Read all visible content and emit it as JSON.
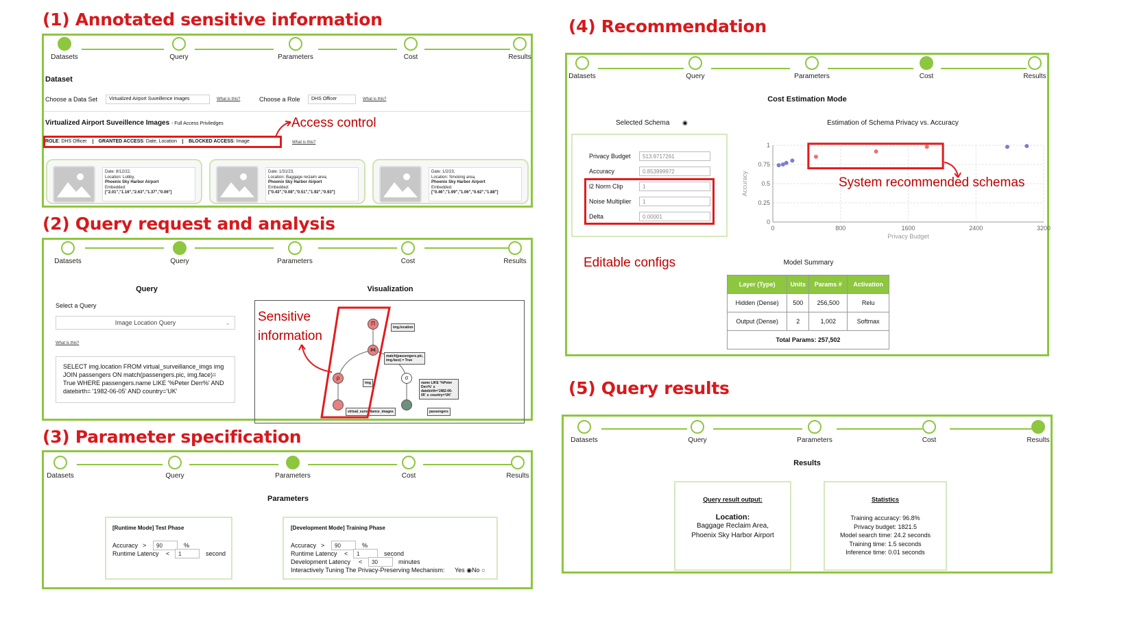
{
  "steps": [
    "Datasets",
    "Query",
    "Parameters",
    "Cost",
    "Results"
  ],
  "colors": {
    "accent": "#8dc63f",
    "annotation": "#e31a1c",
    "title": "#d7191c"
  },
  "s1": {
    "title": "(1) Annotated sensitive information",
    "dataset_heading": "Dataset",
    "choose_dataset_label": "Choose a Data Set",
    "dataset_value": "Virtualized Airport Suveillence Images",
    "what_is_this": "What is this?",
    "choose_role_label": "Choose a Role",
    "role_value": "DHS Officer",
    "subheading": "Virtualized Airport Suveillence Images",
    "subheading_note": "- Full Access Priviledges",
    "role_label": "ROLE",
    "role_text": ": DHS Officer",
    "granted_label": "GRANTED ACCESS",
    "granted_text": ": Date, Location",
    "blocked_label": "BLOCKED ACCESS",
    "blocked_text": ": Image",
    "annotation": "Access control",
    "cards": [
      {
        "date": "Date: 8/12/22,",
        "location": "Location: Lobby,",
        "airport": "Phoenix Sky Harbor Airport",
        "embedded_label": "Embedded:",
        "embedded": "[\"2.01\",\"1.16\",\"2.63\",\"1.37\",\"0.06\"]"
      },
      {
        "date": "Date: 1/31/23,",
        "location": "Location: Baggage reclaim area,",
        "airport": "Phoenix Sky Harbor Airport",
        "embedded_label": "Embedded:",
        "embedded": "[\"0.43\",\"0.08\",\"0.51\",\"1.92\",\"0.93\"]"
      },
      {
        "date": "Date: 1/2/23,",
        "location": "Location: Smoking area,",
        "airport": "Phoenix Sky Harbor Airport",
        "embedded_label": "Embedded:",
        "embedded": "[\"0.46\",\"1.99\",\"1.06\",\"0.62\",\"1.88\"]"
      }
    ]
  },
  "s2": {
    "title": "(2) Query request and analysis",
    "query_heading": "Query",
    "select_label": "Select a Query",
    "query_value": "Image Location Query",
    "what_is_this": "What is this?",
    "sql": "SELECT img.location FROM virtual_surveillance_imgs img JOIN passengers ON match(passengers.pic, img.face)= True WHERE passengers.name LIKE '%Peter Derr%' AND datebirth= '1982-06-05' AND country='UK'",
    "viz_heading": "Visualization",
    "annotation": "Sensitive information",
    "nodes": {
      "pi": "Π",
      "join": "⋈",
      "rho": "ρ",
      "sigma": "σ"
    },
    "labels": {
      "img_location": "img.location",
      "match": "match(passengers.pic, img.face) = True",
      "img": "img",
      "name_cond": "name LIKE '%Peter Derr%' ∧ datebirth='1982-06-05' ∧ country='UK'",
      "virtual": "virtual_surveillance_images",
      "passengers": "passengers"
    }
  },
  "s3": {
    "title": "(3) Parameter specification",
    "heading": "Parameters",
    "runtime": {
      "title": "[Runtime Mode] Test Phase",
      "accuracy_label": "Accuracy",
      "gt": ">",
      "accuracy_value": "90",
      "pct": "%",
      "latency_label": "Runtime Latency",
      "lt": "<",
      "latency_value": "1",
      "unit": "second"
    },
    "dev": {
      "title": "[Development Mode] Training Phase",
      "accuracy_label": "Accuracy",
      "gt": ">",
      "accuracy_value": "90",
      "pct": "%",
      "latency_label": "Runtime Latency",
      "lt": "<",
      "latency_value": "1",
      "unit": "second",
      "dev_latency_label": "Development Latency",
      "dev_latency_value": "30",
      "dev_unit": "minutes",
      "tuning_label": "Interactively Tuning The Privacy-Preserving Mechanism:",
      "yes": "Yes",
      "no": "No"
    }
  },
  "s4": {
    "title": "(4) Recommendation",
    "heading": "Cost Estimation Mode",
    "selected_schema": "Selected Schema",
    "fields": [
      {
        "label": "Privacy Budget",
        "value": "513.9717261"
      },
      {
        "label": "Accuracy",
        "value": "0.853999972"
      },
      {
        "label": "l2 Norm Clip",
        "value": "1"
      },
      {
        "label": "Noise Multiplier",
        "value": "1"
      },
      {
        "label": "Delta",
        "value": "0.00001"
      }
    ],
    "editable_annotation": "Editable configs",
    "model_summary": "Model Summary",
    "table": {
      "headers": [
        "Layer (Type)",
        "Units",
        "Params #",
        "Activation"
      ],
      "rows": [
        [
          "Hidden (Dense)",
          "500",
          "256,500",
          "Relu"
        ],
        [
          "Output (Dense)",
          "2",
          "1,002",
          "Softmax"
        ]
      ],
      "total": "Total Params: 257,502"
    },
    "recommend_annotation": "System recommended schemas"
  },
  "chart_data": {
    "type": "scatter",
    "title": "Estimation of Schema Privacy vs. Accuracy",
    "xlabel": "Privacy Budget",
    "ylabel": "Accuracy",
    "xlim": [
      0,
      3200
    ],
    "ylim": [
      0,
      1
    ],
    "xticks": [
      "0",
      "800",
      "1600",
      "2400",
      "3200"
    ],
    "yticks": [
      "0",
      "0.25",
      "0.5",
      "0.75",
      "1"
    ],
    "grid": true,
    "series": [
      {
        "color": "#7b7bd8",
        "points": [
          [
            70,
            0.74
          ],
          [
            120,
            0.75
          ],
          [
            160,
            0.77
          ],
          [
            230,
            0.8
          ],
          [
            2770,
            0.98
          ],
          [
            3000,
            0.99
          ]
        ]
      },
      {
        "color": "#ef6f6f",
        "points": [
          [
            510,
            0.85
          ],
          [
            1220,
            0.92
          ],
          [
            1820,
            0.98
          ]
        ]
      }
    ]
  },
  "s5": {
    "title": "(5) Query results",
    "heading": "Results",
    "output_title": "Query result output:",
    "location_label": "Location:",
    "location_line1": "Baggage Reclaim Area,",
    "location_line2": "Phoenix Sky Harbor Airport",
    "stats_title": "Statistics",
    "stats": [
      "Training accuracy: 96.8%",
      "Privacy budget: 1821.5",
      "Model search time: 24.2 seconds",
      "Training time: 1.5 seconds",
      "Inference time: 0.01 seconds"
    ]
  }
}
